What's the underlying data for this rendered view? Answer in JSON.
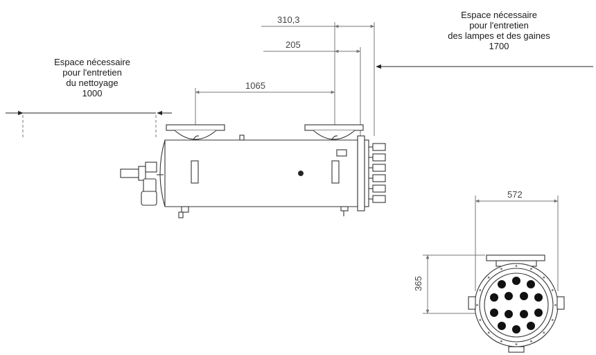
{
  "notes": {
    "cleaning": {
      "lines": [
        "Espace nécessaire",
        "pour l'entretien",
        "du nettoyage",
        "1000"
      ]
    },
    "lamps": {
      "lines": [
        "Espace nécessaire",
        "pour l'entretien",
        "des lampes et des gaines",
        "1700"
      ]
    }
  },
  "dimensions": {
    "d310": "310,3",
    "d205": "205",
    "d1065": "1065",
    "d572": "572",
    "d365": "365"
  }
}
